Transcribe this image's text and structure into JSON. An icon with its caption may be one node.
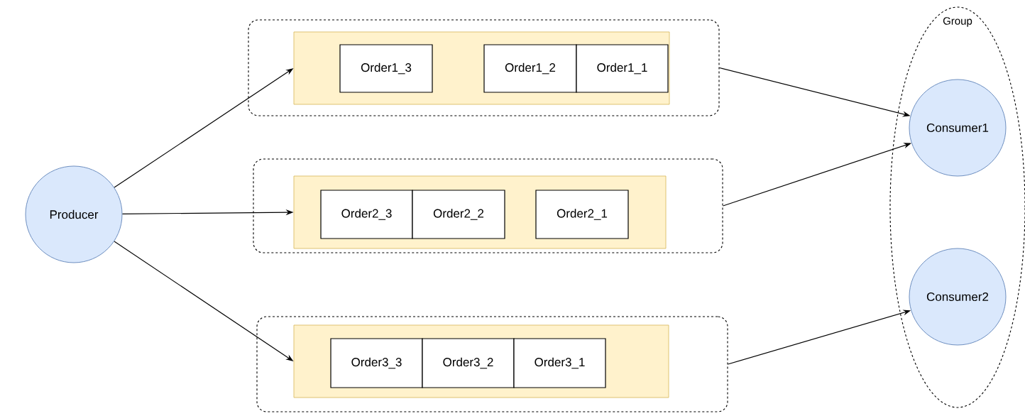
{
  "diagram": {
    "nodes": [
      {
        "text": [
          "Producer"
        ]
      },
      {
        "text": [],
        "shape": "box"
      },
      {
        "text": [],
        "shape": "box",
        "in": 1
      },
      {
        "text": [
          "Order1_3"
        ],
        "in": 2
      },
      {
        "text": [
          "Order1_2"
        ],
        "in": 2
      },
      {
        "text": [
          "Order1_1"
        ],
        "in": 2
      },
      {
        "text": [],
        "shape": "box"
      },
      {
        "text": [],
        "shape": "box",
        "in": 6
      },
      {
        "text": [
          "Order2_3"
        ],
        "in": 7
      },
      {
        "text": [
          "Order2_2"
        ],
        "in": 7
      },
      {
        "text": [
          "Order2_1"
        ],
        "in": 7
      },
      {
        "text": [],
        "shape": "box"
      },
      {
        "text": [],
        "shape": "box",
        "in": 11
      },
      {
        "text": [
          "Order3_3"
        ],
        "in": 12
      },
      {
        "text": [
          "Order3_2"
        ],
        "in": 12
      },
      {
        "text": [
          "Order3_1"
        ],
        "in": 12
      },
      {
        "text": [
          "Group"
        ]
      },
      {
        "text": [
          "Consumer1"
        ],
        "in": 16
      },
      {
        "text": [
          "Consumer2"
        ],
        "in": 16
      }
    ],
    "edges": [
      {
        "from": 0,
        "to": 2,
        "arrow": "to"
      },
      {
        "from": 0,
        "to": 7,
        "arrow": "to"
      },
      {
        "from": 0,
        "to": 12,
        "arrow": "to"
      },
      {
        "from": 1,
        "to": 17,
        "arrow": "to"
      },
      {
        "from": 6,
        "to": 17,
        "arrow": "to"
      },
      {
        "from": 11,
        "to": 18,
        "arrow": "to"
      }
    ]
  }
}
